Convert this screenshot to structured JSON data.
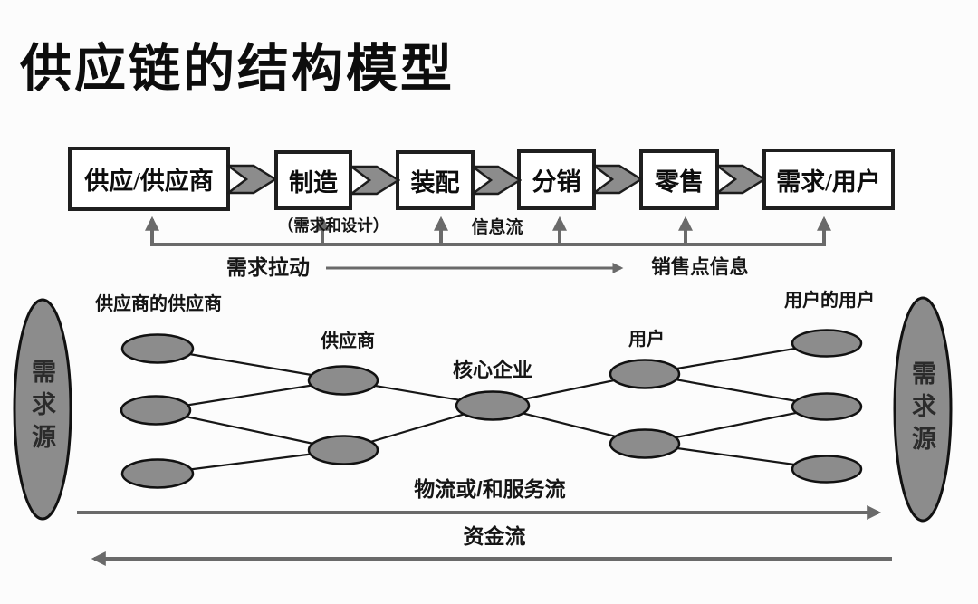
{
  "title": "供应链的结构模型",
  "flow_chain": {
    "boxes": [
      {
        "label": "供应/供应商"
      },
      {
        "label": "制造"
      },
      {
        "label": "装配"
      },
      {
        "label": "分销"
      },
      {
        "label": "零售"
      },
      {
        "label": "需求/用户"
      }
    ],
    "design_note": "（需求和设计）",
    "info_flow_label": "信息流",
    "demand_pull_label": "需求拉动",
    "pos_info_label": "销售点信息"
  },
  "network": {
    "left_demand_source": "需求源",
    "right_demand_source": "需求源",
    "tier_labels": {
      "suppliers_supplier": "供应商的供应商",
      "supplier": "供应商",
      "core_enterprise": "核心企业",
      "user": "用户",
      "users_user": "用户的用户"
    },
    "tier_node_counts": [
      3,
      2,
      1,
      2,
      3
    ]
  },
  "bottom_flows": {
    "material_flow_label": "物流或/和服务流",
    "capital_flow_label": "资金流"
  },
  "colors": {
    "node_fill": "#8c8c8c",
    "arrow_gray": "#6a6a6a",
    "box_border": "#1f1f1f",
    "text": "#111111",
    "background": "#fcfcfc"
  }
}
